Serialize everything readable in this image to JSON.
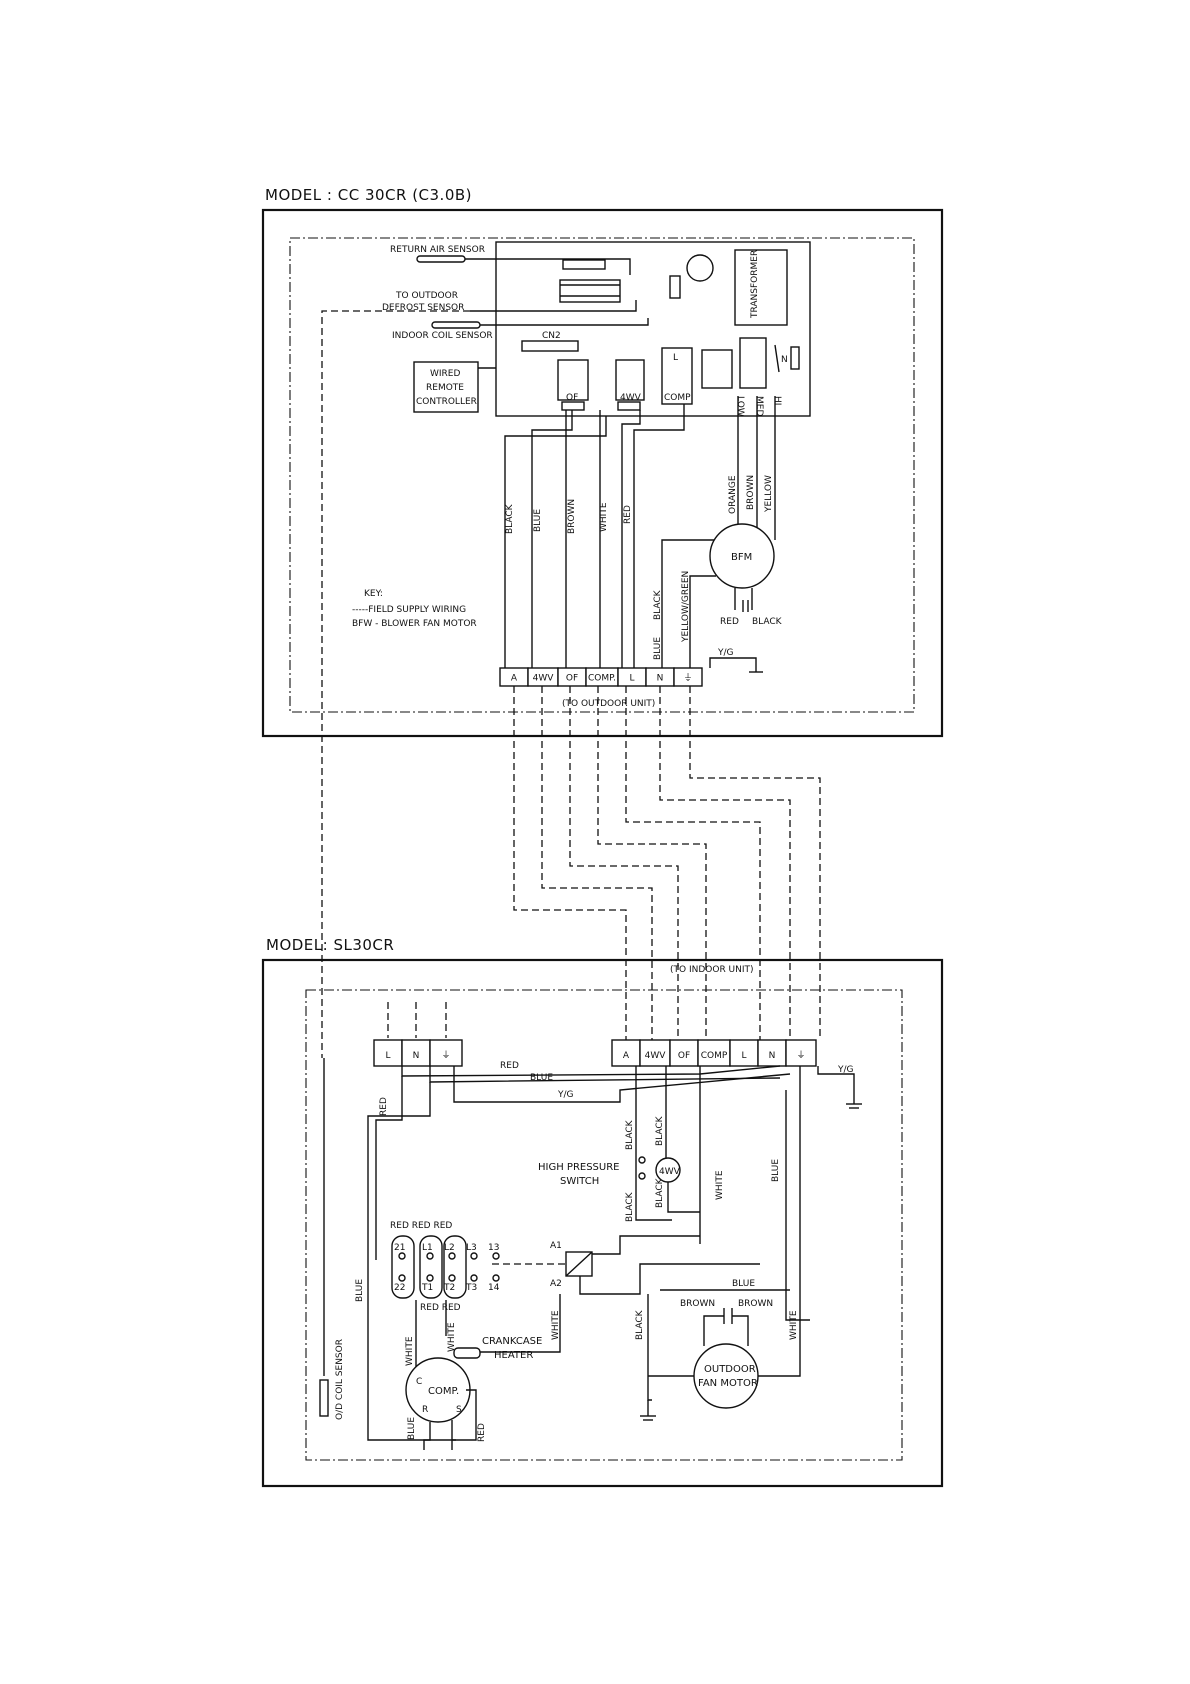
{
  "indoor": {
    "model_title": "MODEL : CC 30CR (C3.0B)",
    "return_air_sensor": "RETURN AIR SENSOR",
    "to_outdoor_1": "TO OUTDOOR",
    "to_outdoor_2": "DEFROST SENSOR",
    "indoor_coil_sensor": "INDOOR COIL SENSOR",
    "cn2": "CN2",
    "wired_1": "WIRED",
    "wired_2": "REMOTE",
    "wired_3": "CONTROLLER",
    "transformer": "TRANSFORMER",
    "relay_l": "L",
    "relay_comp": "COMP",
    "of": "OF",
    "fourwv": "4WV",
    "n": "N",
    "low": "LOW",
    "med": "MED",
    "hi": "HI",
    "wire_black": "BLACK",
    "wire_blue": "BLUE",
    "wire_brown": "BROWN",
    "wire_white": "WHITE",
    "wire_red": "RED",
    "wire_orange": "ORANGE",
    "wire_brown2": "BROWN",
    "wire_yellow": "YELLOW",
    "wire_black2": "BLACK",
    "wire_blue2": "BLUE",
    "wire_yellow_green": "YELLOW/GREEN",
    "bfm": "BFM",
    "bfm_red": "RED",
    "bfm_black": "BLACK",
    "key_title": "KEY:",
    "key_field": "-----FIELD SUPPLY WIRING",
    "key_bfw": "BFW  - BLOWER FAN MOTOR",
    "yg": "Y/G",
    "terminals": [
      "A",
      "4WV",
      "OF",
      "COMP.",
      "L",
      "N",
      "⏚"
    ],
    "to_outdoor_unit": "(TO OUTDOOR UNIT)"
  },
  "outdoor": {
    "model_title": "MODEL: SL30CR",
    "to_indoor_unit": "(TO INDOOR UNIT)",
    "power_terminals": [
      "L",
      "N",
      "⏚"
    ],
    "terminals": [
      "A",
      "4WV",
      "OF",
      "COMP",
      "L",
      "N",
      "⏚"
    ],
    "red": "RED",
    "blue": "BLUE",
    "yg": "Y/G",
    "yg2": "Y/G",
    "red_v": "RED",
    "black_1": "BLACK",
    "black_2": "BLACK",
    "black_3": "BLACK",
    "black_4": "BLACK",
    "fourwv": "4WV",
    "white_v": "WHITE",
    "blue_v": "BLUE",
    "hps_1": "HIGH PRESSURE",
    "hps_2": "SWITCH",
    "red_red_red": "RED RED RED",
    "contacts_top": [
      "21",
      "L1",
      "L2",
      "L3",
      "13"
    ],
    "contacts_bottom": [
      "22",
      "T1",
      "T2",
      "T3",
      "14"
    ],
    "a1": "A1",
    "a2": "A2",
    "red_red": "RED RED",
    "blue_right": "BLUE",
    "blue_left_v": "BLUE",
    "od_coil_sensor": "O/D COIL SENSOR",
    "white_comp": "WHITE",
    "white_comp2": "WHITE",
    "crankcase_1": "CRANKCASE",
    "crankcase_2": "HEATER",
    "white_mid": "WHITE",
    "black_fan": "BLACK",
    "brown_1": "BROWN",
    "brown_2": "BROWN",
    "outdoor_fan_1": "OUTDOOR",
    "outdoor_fan_2": "FAN MOTOR",
    "white_fan": "WHITE",
    "comp": "COMP.",
    "comp_c": "C",
    "comp_r": "R",
    "comp_s": "S",
    "blue_comp": "BLUE",
    "red_comp": "RED"
  }
}
